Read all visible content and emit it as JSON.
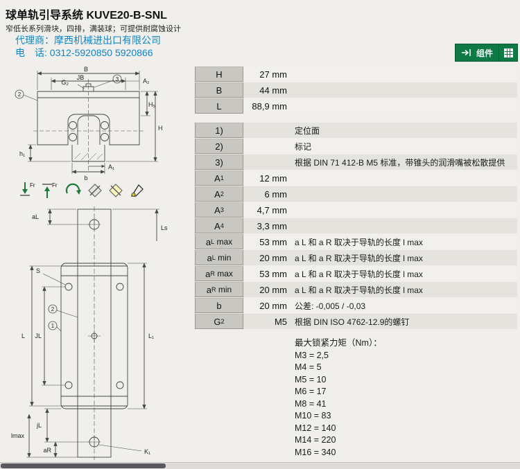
{
  "header": {
    "title": "球单轨引导系统 KUVE20-B-SNL",
    "subtitle": "窄低长系列滑块，四排，满装球；可提供耐腐蚀设计",
    "agent": "代理商：摩西机械进出口有限公司",
    "phone": "电　话: 0312-5920850 5920866",
    "accent_blue": "#0e86c4"
  },
  "toolbar": {
    "components_label": "组件",
    "button_color": "#0d7a46"
  },
  "table": {
    "rows": [
      {
        "label_base": "H",
        "label_sub": "",
        "label_suffix": "",
        "value": "27 mm",
        "note": "",
        "gap_before": false
      },
      {
        "label_base": "B",
        "label_sub": "",
        "label_suffix": "",
        "value": "44 mm",
        "note": "",
        "gap_before": false
      },
      {
        "label_base": "L",
        "label_sub": "",
        "label_suffix": "",
        "value": "88,9 mm",
        "note": "",
        "gap_before": false
      },
      {
        "label_base": "1)",
        "label_sub": "",
        "label_suffix": "",
        "value": "",
        "note": "定位面",
        "gap_before": true
      },
      {
        "label_base": "2)",
        "label_sub": "",
        "label_suffix": "",
        "value": "",
        "note": "标记",
        "gap_before": false
      },
      {
        "label_base": "3)",
        "label_sub": "",
        "label_suffix": "",
        "value": "",
        "note": "根据 DIN 71 412-B M5 标准，带锥头的润滑嘴被松散提供",
        "gap_before": false
      },
      {
        "label_base": "A",
        "label_sub": "1",
        "label_suffix": "",
        "value": "12 mm",
        "note": "",
        "gap_before": false
      },
      {
        "label_base": "A",
        "label_sub": "2",
        "label_suffix": "",
        "value": "6 mm",
        "note": "",
        "gap_before": false
      },
      {
        "label_base": "A",
        "label_sub": "3",
        "label_suffix": "",
        "value": "4,7 mm",
        "note": "",
        "gap_before": false
      },
      {
        "label_base": "A",
        "label_sub": "4",
        "label_suffix": "",
        "value": "3,3 mm",
        "note": "",
        "gap_before": false
      },
      {
        "label_base": "a",
        "label_sub": "L",
        "label_suffix": " max",
        "value": "53 mm",
        "note": "a L 和 a R 取决于导轨的长度 l max",
        "gap_before": false
      },
      {
        "label_base": "a",
        "label_sub": "L",
        "label_suffix": " min",
        "value": "20 mm",
        "note": "a L 和 a R 取决于导轨的长度 l max",
        "gap_before": false
      },
      {
        "label_base": "a",
        "label_sub": "R",
        "label_suffix": " max",
        "value": "53 mm",
        "note": "a L 和 a R 取决于导轨的长度 l max",
        "gap_before": false
      },
      {
        "label_base": "a",
        "label_sub": "R",
        "label_suffix": " min",
        "value": "20 mm",
        "note": "a L 和 a R 取决于导轨的长度 l max",
        "gap_before": false
      },
      {
        "label_base": "b",
        "label_sub": "",
        "label_suffix": "",
        "value": "20 mm",
        "note": "公差: -0,005 / -0,03",
        "gap_before": false
      },
      {
        "label_base": "G",
        "label_sub": "2",
        "label_suffix": "",
        "value": "M5",
        "note": "根据 DIN ISO 4762-12.9的螺钉",
        "gap_before": false
      }
    ],
    "torque_block": {
      "lines": [
        "最大锁紧力矩（Nm）：",
        "M3 = 2,5",
        "M4 = 5",
        "M5 = 10",
        "M6 = 17",
        "M8 = 41",
        "M10 = 83",
        "M12 = 140",
        "M14 = 220",
        "M16 = 340"
      ]
    }
  },
  "drawings": {
    "d1": {
      "B": "B",
      "JB": "JB",
      "A2": "A₂",
      "G2": "G₂",
      "H5": "H₅",
      "H": "H",
      "h1": "h₁",
      "b": "b",
      "A1": "A₁",
      "c2": "2",
      "c3": "3"
    },
    "icons": {
      "fr1": "Fr",
      "fr2": "Fr"
    },
    "d2": {
      "aL": "aL",
      "Ls": "Ls",
      "S": "S",
      "L": "L",
      "JL": "JL",
      "L1": "L₁",
      "jL": "jL",
      "lmax": "lmax",
      "aR": "aR",
      "K1": "K₁",
      "c1": "1",
      "c2": "2"
    }
  }
}
